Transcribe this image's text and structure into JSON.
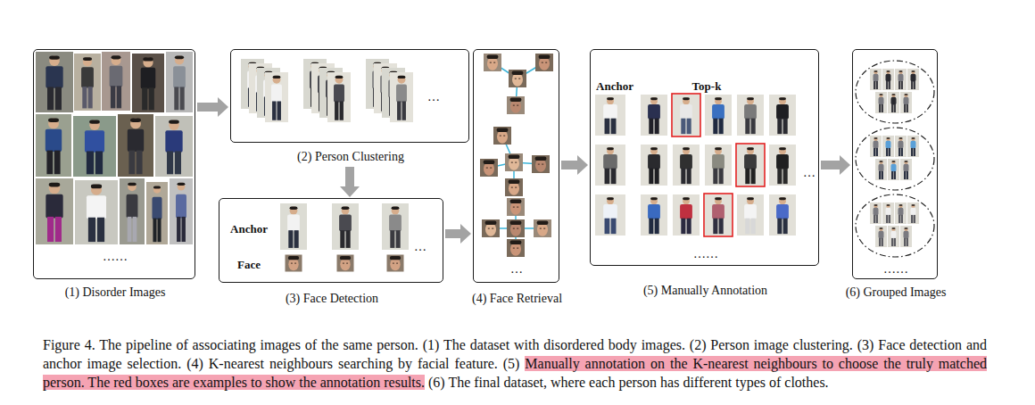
{
  "diagram": {
    "caption": "Figure 4. The pipeline of associating images of the same person. (1) The dataset with disordered body images. (2) Person image clustering. (3) Face detection and anchor image selection. (4) K-nearest neighbours searching by facial feature. (5) Manually annotation on the K-nearest neighbours to choose the truly matched person. The red boxes are examples to show the annotation results. (6) The final dataset, where each person has different types of clothes.",
    "nodes": [
      {
        "text": [
          "……",
          "(1) Disorder Images"
        ]
      },
      {
        "text": [
          "…",
          "(2) Person Clustering"
        ]
      },
      {
        "text": [
          "Anchor",
          "Face",
          "…",
          "(3) Face Detection"
        ]
      },
      {
        "text": [
          "…",
          "(4) Face Retrieval"
        ]
      },
      {
        "text": [
          "Anchor",
          "Top-k",
          "…",
          "……",
          "(5) Manually Annotation"
        ]
      },
      {
        "text": [
          "……",
          "(6) Grouped Images"
        ]
      }
    ],
    "edges": [
      {
        "from": 0,
        "to": 1,
        "arrow": "to"
      },
      {
        "from": 1,
        "to": 2,
        "arrow": "to"
      },
      {
        "from": 2,
        "to": 3,
        "arrow": "to"
      },
      {
        "from": 3,
        "to": 4,
        "arrow": "to"
      },
      {
        "from": 4,
        "to": 5,
        "arrow": "to"
      }
    ]
  }
}
